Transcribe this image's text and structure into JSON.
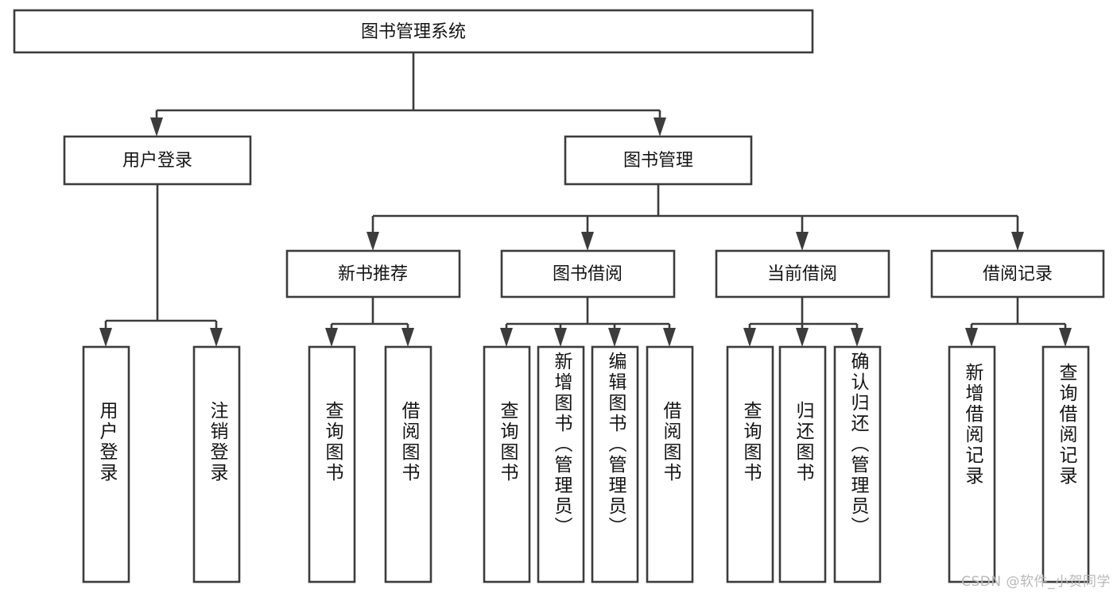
{
  "diagram": {
    "type": "tree-hierarchy",
    "title": "图书管理系统",
    "root": {
      "label": "图书管理系统"
    },
    "level2": [
      {
        "id": "user-login",
        "label": "用户登录"
      },
      {
        "id": "book-manage",
        "label": "图书管理"
      }
    ],
    "level3": [
      {
        "id": "new-book-recommend",
        "label": "新书推荐"
      },
      {
        "id": "book-borrow",
        "label": "图书借阅"
      },
      {
        "id": "current-borrow",
        "label": "当前借阅"
      },
      {
        "id": "borrow-record",
        "label": "借阅记录"
      }
    ],
    "leaves": [
      {
        "id": "leaf-user-login",
        "label": "用户登录",
        "parent": "user-login"
      },
      {
        "id": "leaf-logout-login",
        "label": "注销登录",
        "parent": "user-login"
      },
      {
        "id": "leaf-query-book-1",
        "label": "查询图书",
        "parent": "new-book-recommend"
      },
      {
        "id": "leaf-borrow-book-1",
        "label": "借阅图书",
        "parent": "new-book-recommend"
      },
      {
        "id": "leaf-query-book-2",
        "label": "查询图书",
        "parent": "book-borrow"
      },
      {
        "id": "leaf-add-book",
        "label": "新增图书（管理员）",
        "parent": "book-borrow"
      },
      {
        "id": "leaf-edit-book",
        "label": "编辑图书（管理员）",
        "parent": "book-borrow"
      },
      {
        "id": "leaf-borrow-book-2",
        "label": "借阅图书",
        "parent": "book-borrow"
      },
      {
        "id": "leaf-query-book-3",
        "label": "查询图书",
        "parent": "current-borrow"
      },
      {
        "id": "leaf-return-book",
        "label": "归还图书",
        "parent": "current-borrow"
      },
      {
        "id": "leaf-confirm-return",
        "label": "确认归还（管理员）",
        "parent": "current-borrow"
      },
      {
        "id": "leaf-add-record",
        "label": "新增借阅记录",
        "parent": "borrow-record"
      },
      {
        "id": "leaf-query-record",
        "label": "查询借阅记录",
        "parent": "borrow-record"
      }
    ]
  },
  "watermark": {
    "text": "CSDN @软件_小贺同学"
  },
  "colors": {
    "stroke": "#3c3c3c",
    "fill": "#ffffff",
    "text": "#141414",
    "watermark": "#b8b8b8"
  }
}
